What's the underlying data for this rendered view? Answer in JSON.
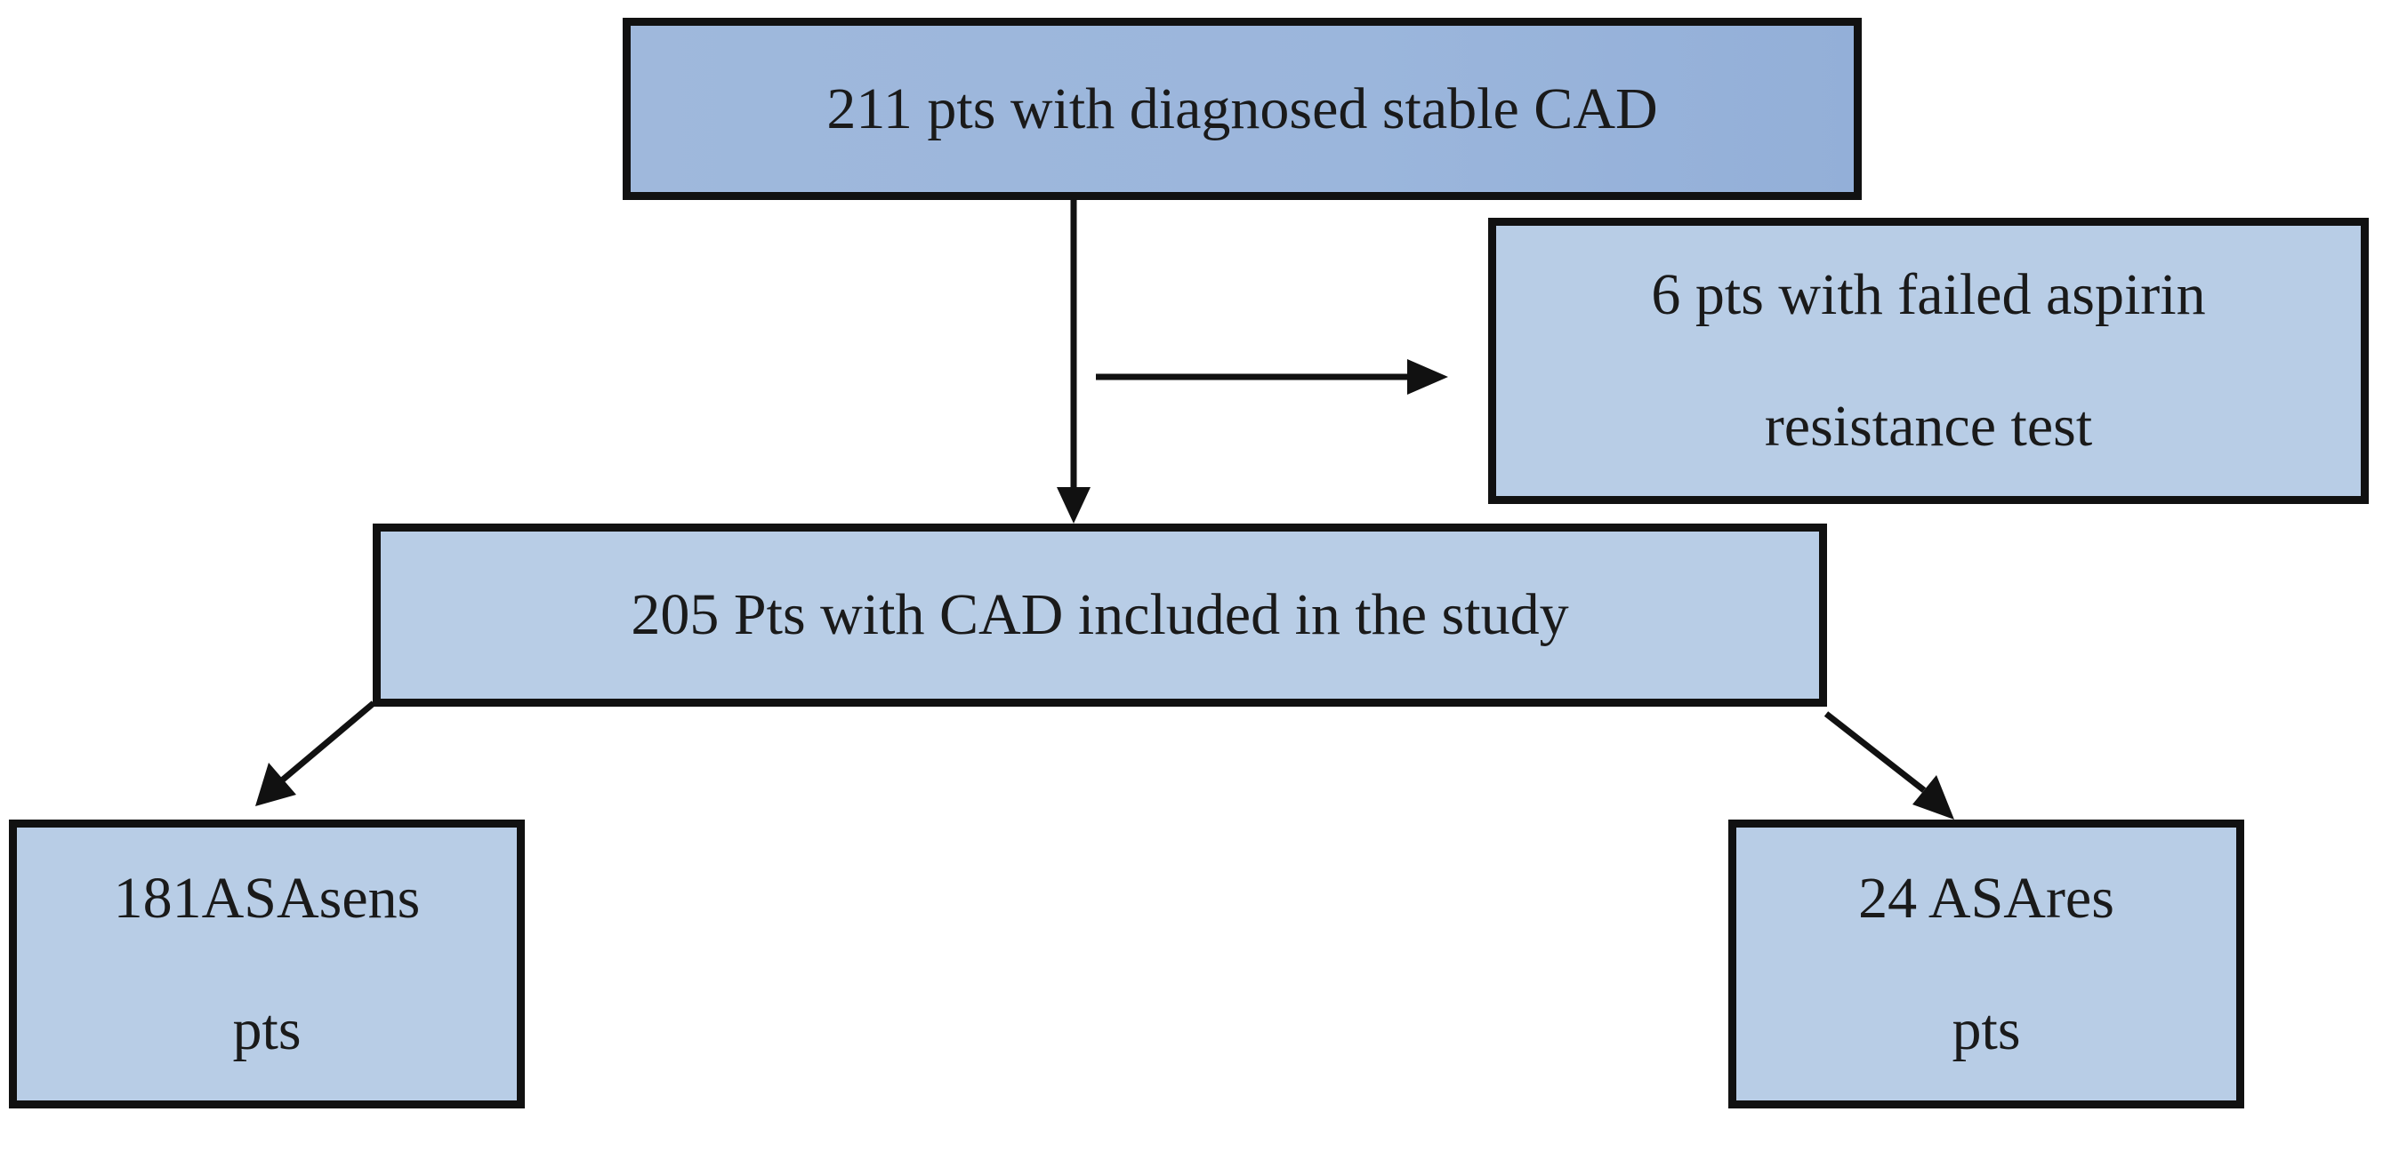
{
  "diagram": {
    "top_box": {
      "line1": "211 pts with diagnosed stable CAD"
    },
    "excluded_box": {
      "line1": "6 pts with failed aspirin",
      "line2": "resistance test"
    },
    "included_box": {
      "line1": "205 Pts with CAD included in the study"
    },
    "sensitive_box": {
      "line1": "181ASAsens",
      "line2": "pts"
    },
    "resistant_box": {
      "line1": "24 ASAres",
      "line2": "pts"
    }
  },
  "colors": {
    "box_fill": "#b8cde6",
    "top_box_fill": "#9bb6dc",
    "border": "#111111",
    "arrow": "#111111",
    "text": "#1a1a1a"
  }
}
